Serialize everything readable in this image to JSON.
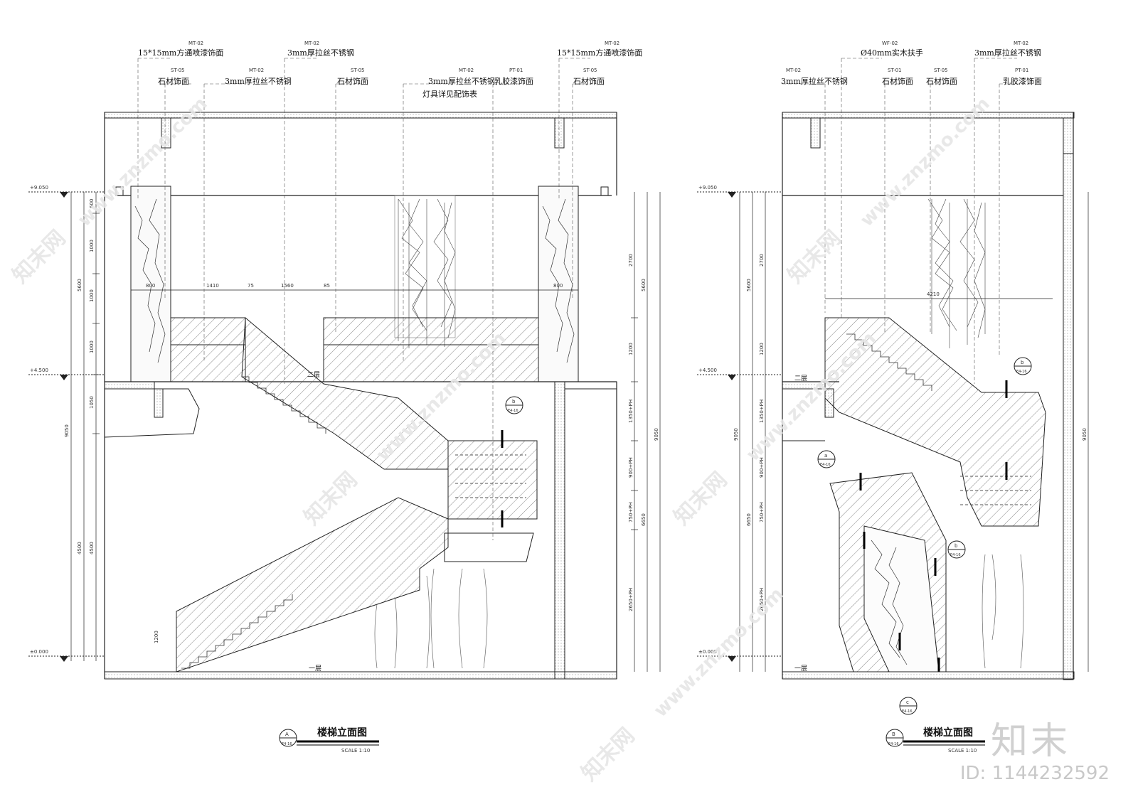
{
  "left_elevation": {
    "title": "楼梯立面图",
    "scale": "SCALE 1:10",
    "callout_letter": "A",
    "callout_ref": "E4-16",
    "annotations": [
      {
        "text": "15*15mm方通喷漆饰面",
        "tag": "MT-02"
      },
      {
        "text": "石材饰面",
        "tag": "ST-05"
      },
      {
        "text": "3mm厚拉丝不锈钢",
        "tag": "MT-02"
      },
      {
        "text": "3mm厚拉丝不锈钢",
        "tag": "MT-02"
      },
      {
        "text": "石材饰面",
        "tag": "ST-05"
      },
      {
        "text": "3mm厚拉丝不锈钢",
        "tag": "MT-02"
      },
      {
        "text": "乳胶漆饰面",
        "tag": "PT-01"
      },
      {
        "text": "15*15mm方通喷漆饰面",
        "tag": "MT-02"
      },
      {
        "text": "石材饰面",
        "tag": "ST-05"
      }
    ],
    "lamp_note": "灯具详见配饰表",
    "level_marks": [
      "+9.050",
      "+4.500",
      "±0.000"
    ],
    "floor_labels": [
      "二层",
      "一层"
    ],
    "dims_left": [
      "600",
      "1000",
      "1000",
      "1000",
      "1050",
      "4500",
      "4500",
      "9050",
      "5600"
    ],
    "dims_horizontal": [
      "800",
      "1410",
      "75",
      "1560",
      "85",
      "800"
    ],
    "dims_right": [
      "2700",
      "5600",
      "1200",
      "1350+PH",
      "900+PH",
      "750+PH",
      "2650+PH",
      "6650",
      "9050"
    ],
    "dim_1200": "1200",
    "detail_bubble": {
      "letter": "b",
      "ref": "E4-16"
    }
  },
  "right_elevation": {
    "title": "楼梯立面图",
    "scale": "SCALE 1:10",
    "callout_letter": "B",
    "callout_ref": "E4-16",
    "annotations": [
      {
        "text": "Ø40mm实木扶手",
        "tag": "WF-02"
      },
      {
        "text": "3mm厚拉丝不锈钢",
        "tag": "MT-02"
      },
      {
        "text": "3mm厚拉丝不锈钢",
        "tag": "MT-02"
      },
      {
        "text": "石材饰面",
        "tag": "ST-01"
      },
      {
        "text": "石材饰面",
        "tag": "ST-05"
      },
      {
        "text": "乳胶漆饰面",
        "tag": "PT-01"
      }
    ],
    "level_marks": [
      "+9.050",
      "+4.500",
      "±0.000"
    ],
    "floor_labels": [
      "二层",
      "一层"
    ],
    "dims_left": [
      "2700",
      "5600",
      "1200",
      "1350+PH",
      "900+PH",
      "750+PH",
      "2650+PH",
      "6650",
      "9050"
    ],
    "dim_top": "4210",
    "dims_right": [
      "9050"
    ],
    "detail_bubbles": [
      {
        "letter": "a",
        "ref": "E4-16"
      },
      {
        "letter": "b",
        "ref": "E4-16"
      },
      {
        "letter": "b",
        "ref": "E4-16"
      },
      {
        "letter": "c",
        "ref": "E4-16"
      }
    ]
  },
  "watermark": {
    "site": "www.znzmo.com",
    "cn": "知末网",
    "brand": "知末",
    "id": "ID: 1144232592"
  }
}
